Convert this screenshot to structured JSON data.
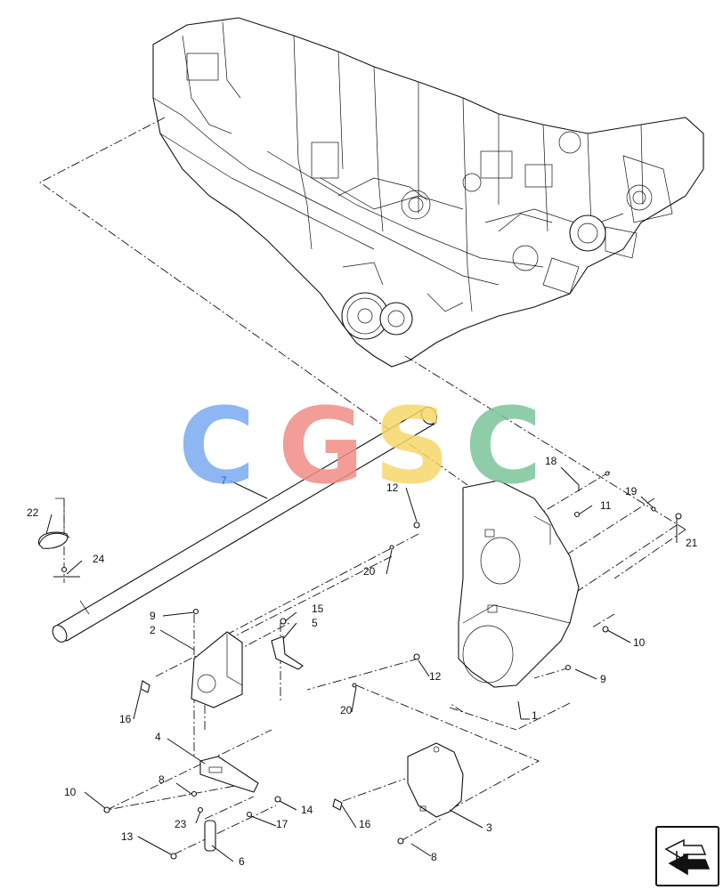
{
  "watermark": {
    "letters": [
      {
        "char": "C",
        "color": "#7aaaf0"
      },
      {
        "char": "G",
        "color": "#f08c86"
      },
      {
        "char": "S",
        "color": "#f7d76a"
      },
      {
        "char": "C",
        "color": "#7cc49a"
      }
    ]
  },
  "callouts": [
    {
      "id": "1",
      "text": "1"
    },
    {
      "id": "2",
      "text": "2"
    },
    {
      "id": "3",
      "text": "3"
    },
    {
      "id": "4",
      "text": "4"
    },
    {
      "id": "5",
      "text": "5"
    },
    {
      "id": "6",
      "text": "6"
    },
    {
      "id": "7",
      "text": "7",
      "color": "#2b62c9"
    },
    {
      "id": "8a",
      "text": "8"
    },
    {
      "id": "8b",
      "text": "8"
    },
    {
      "id": "9a",
      "text": "9"
    },
    {
      "id": "9b",
      "text": "9"
    },
    {
      "id": "10a",
      "text": "10"
    },
    {
      "id": "10b",
      "text": "10"
    },
    {
      "id": "11",
      "text": "11"
    },
    {
      "id": "12a",
      "text": "12"
    },
    {
      "id": "12b",
      "text": "12"
    },
    {
      "id": "13",
      "text": "13"
    },
    {
      "id": "14",
      "text": "14"
    },
    {
      "id": "15",
      "text": "15"
    },
    {
      "id": "16a",
      "text": "16"
    },
    {
      "id": "16b",
      "text": "16"
    },
    {
      "id": "17",
      "text": "17"
    },
    {
      "id": "18",
      "text": "18"
    },
    {
      "id": "19",
      "text": "19"
    },
    {
      "id": "20a",
      "text": "20"
    },
    {
      "id": "20b",
      "text": "20"
    },
    {
      "id": "21",
      "text": "21"
    },
    {
      "id": "22",
      "text": "22"
    },
    {
      "id": "23",
      "text": "23"
    },
    {
      "id": "24",
      "text": "24"
    }
  ],
  "nav": {
    "icon": "next-page-arrow-icon"
  }
}
